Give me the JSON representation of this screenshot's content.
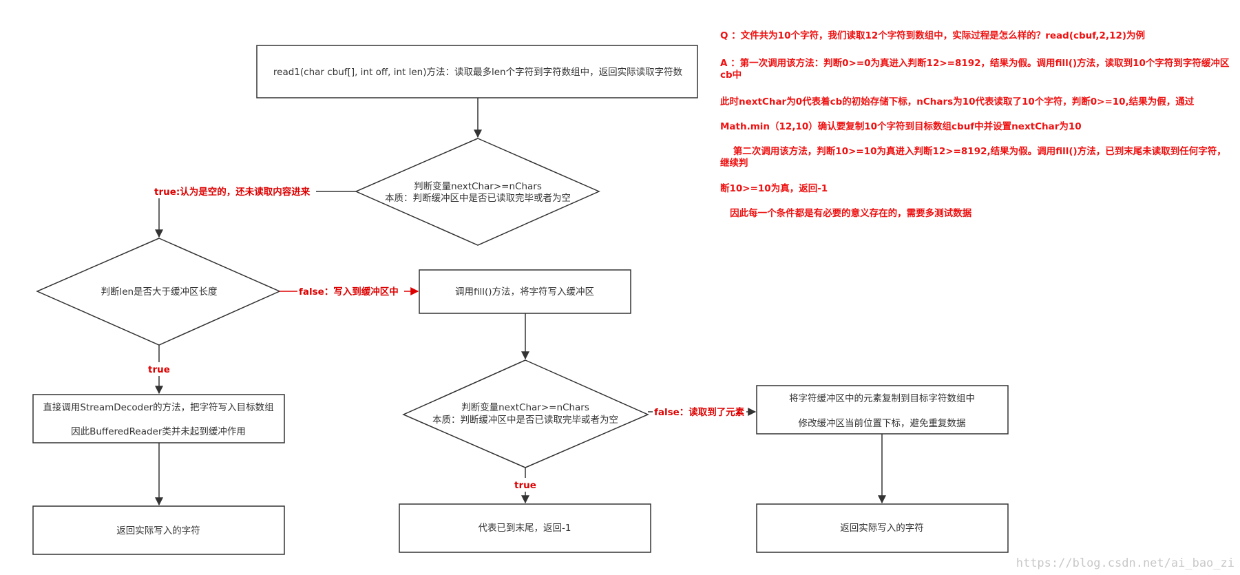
{
  "nodes": {
    "start": "read1(char cbuf[], int off, int len)方法：读取最多len个字符到字符数组中，返回实际读取字符数",
    "decision1": [
      "判断变量nextChar>=nChars",
      "本质：判断缓冲区中是否已读取完毕或者为空"
    ],
    "decision2": [
      "判断len是否大于缓冲区长度"
    ],
    "fill": "调用fill()方法，将字符写入缓冲区",
    "direct": [
      "直接调用StreamDecoder的方法，把字符写入目标数组",
      "因此BufferedReader类并未起到缓冲作用"
    ],
    "return_left": "返回实际写入的字符",
    "decision3": [
      "判断变量nextChar>=nChars",
      "本质：判断缓冲区中是否已读取完毕或者为空"
    ],
    "eof": "代表已到末尾，返回-1",
    "copy": [
      "将字符缓冲区中的元素复制到目标字符数组中",
      "修改缓冲区当前位置下标，避免重复数据"
    ],
    "return_right": "返回实际写入的字符"
  },
  "edge_labels": {
    "d1_true": "true:认为是空的，还未读取内容进来",
    "d2_false": "false：写入到缓冲区中",
    "d2_true": "true",
    "d3_true": "true",
    "d3_false": "false：读取到了元素"
  },
  "notes": [
    "Q ：文件共为10个字符，我们读取12个字符到数组中，实际过程是怎么样的？read(cbuf,2,12)为例",
    "A ：第一次调用该方法：判断0>=0为真进入判断12>=8192，结果为假。调用fill()方法，读取到10个字符到字符缓冲区cb中",
    "此时nextChar为0代表着cb的初始存储下标，nChars为10代表读取了10个字符，判断0>=10,结果为假，通过",
    "Math.min（12,10）确认要复制10个字符到目标数组cbuf中并设置nextChar为10",
    "    第二次调用该方法，判断10>=10为真进入判断12>=8192,结果为假。调用fill()方法，已到末尾未读取到任何字符，继续判",
    "断10>=10为真，返回-1",
    "   因此每一个条件都是有必要的意义存在的，需要多测试数据"
  ],
  "watermark": "https://blog.csdn.net/ai_bao_zi",
  "colors": {
    "stroke": "#333333",
    "label": "#dd0000",
    "notes": "#ee1111",
    "watermark": "#c8c8c8"
  }
}
